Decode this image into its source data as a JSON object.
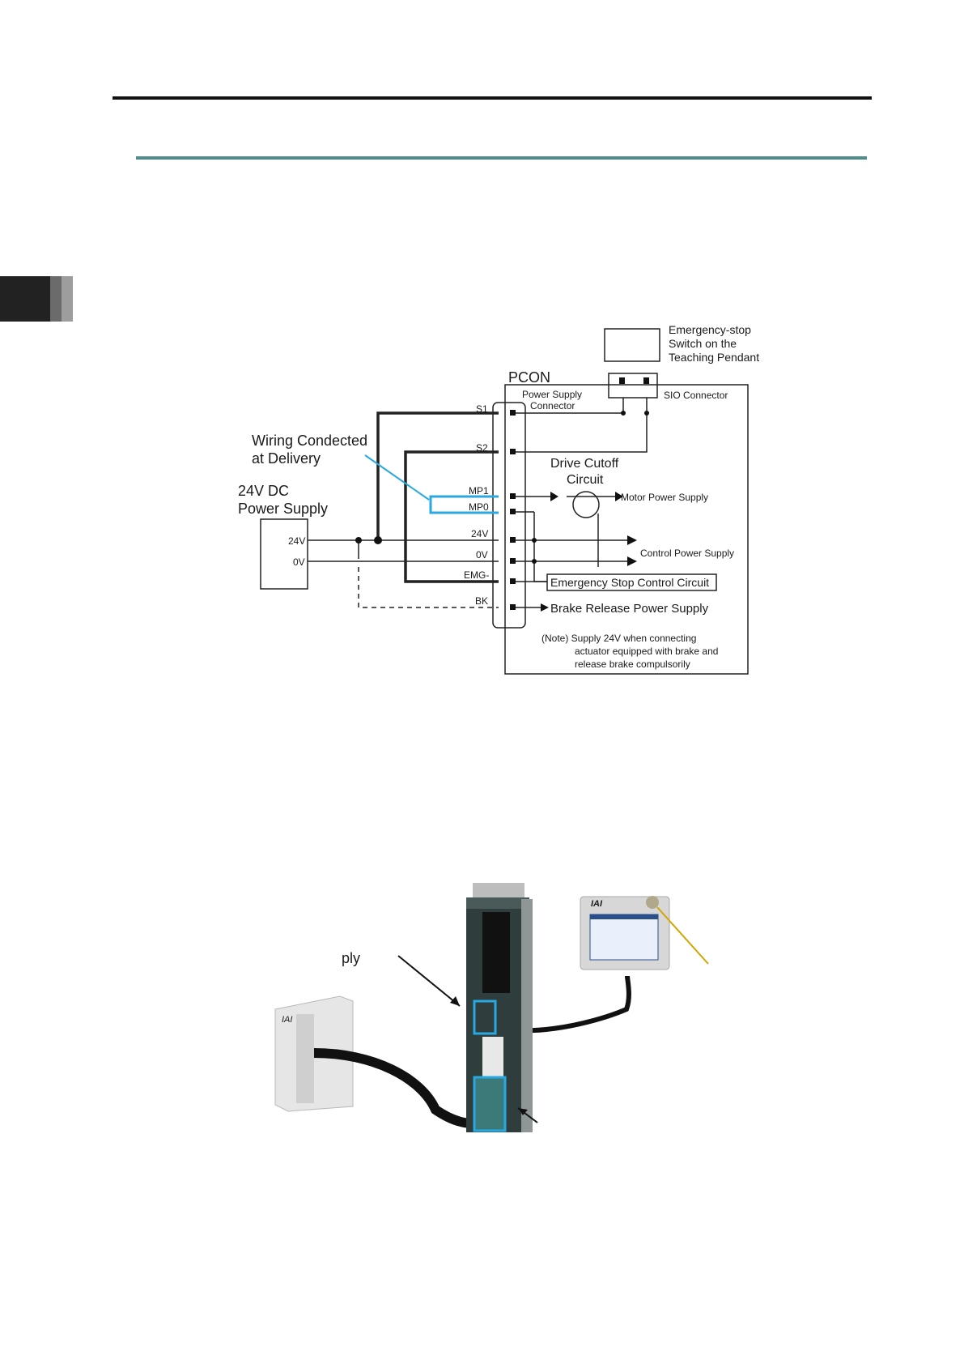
{
  "wiring_diagram": {
    "emergency_switch_label": [
      "Emergency-stop",
      "Switch on the",
      "Teaching Pendant"
    ],
    "controller_label": "PCON",
    "power_connector_label": [
      "Power Supply",
      "Connector"
    ],
    "sio_connector_label": "SIO Connector",
    "delivery_wiring_label": [
      "Wiring Condected",
      "at Delivery"
    ],
    "power_supply_label": [
      "24V DC",
      "Power Supply"
    ],
    "supply_terminals": [
      "24V",
      "0V"
    ],
    "drive_cutoff_label": [
      "Drive Cutoff",
      "Circuit"
    ],
    "motor_power_label": "Motor Power Supply",
    "control_power_label": "Control Power Supply",
    "emg_circuit_label": "Emergency Stop Control Circuit",
    "brake_release_label": "Brake Release Power Supply",
    "pins": [
      "S1",
      "S2",
      "MP1",
      "MP0",
      "24V",
      "0V",
      "EMG-",
      "BK"
    ],
    "note": [
      "(Note) Supply 24V when connecting",
      "actuator equipped with brake and",
      "release brake compulsorily"
    ],
    "accent_color": "#2aa8e0"
  },
  "photo": {
    "partial_label": "ply",
    "pendant_brand": "IAI",
    "psu_brand": "IAI"
  }
}
